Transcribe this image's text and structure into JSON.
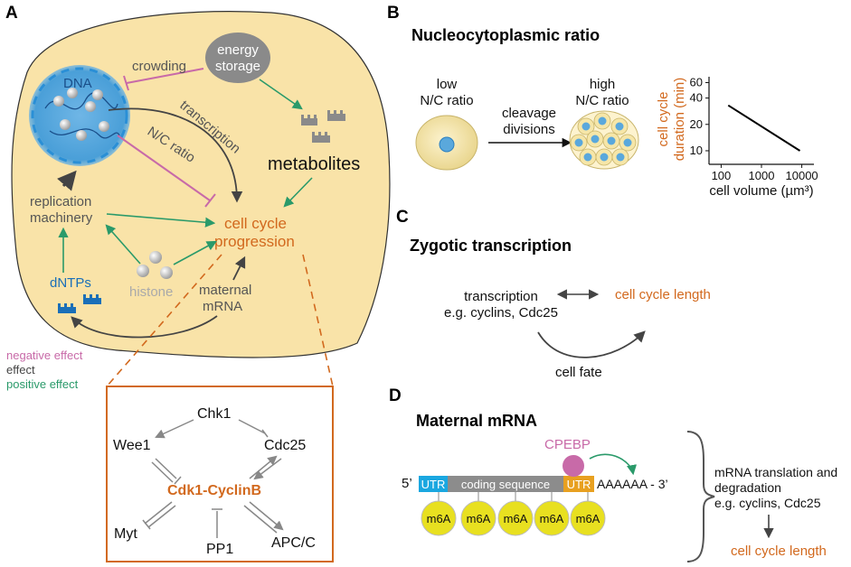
{
  "colors": {
    "cell_fill": "#f9e3a8",
    "nucleus": "#5aa8dc",
    "negative": "#c86aa8",
    "positive": "#2a9a6a",
    "effect": "#444444",
    "accent_orange": "#d2691e",
    "utr_blue": "#1aa7e0",
    "utr_orange": "#e8a020",
    "coding_gray": "#8c8c8c",
    "m6a_yellow": "#e8e020",
    "cpebp_pink": "#c86aa8"
  },
  "panels": {
    "a": {
      "letter": "A",
      "labels": {
        "dna": "DNA",
        "crowding": "crowding",
        "energy_line1": "energy",
        "energy_line2": "storage",
        "transcription": "transcription",
        "nc_ratio": "N/C ratio",
        "metabolites": "metabolites",
        "replication_line1": "replication",
        "replication_line2": "machinery",
        "cell_cycle_line1": "cell cycle",
        "cell_cycle_line2": "progression",
        "dntps": "dNTPs",
        "histone": "histone",
        "maternal_line1": "maternal",
        "maternal_line2": "mRNA"
      },
      "legend": {
        "negative": "negative effect",
        "effect": "effect",
        "positive": "positive effect"
      },
      "inset": {
        "chk1": "Chk1",
        "wee1": "Wee1",
        "cdc25": "Cdc25",
        "center": "Cdk1-CyclinB",
        "myt": "Myt",
        "pp1": "PP1",
        "apcc": "APC/C"
      }
    },
    "b": {
      "letter": "B",
      "title": "Nucleocytoplasmic ratio",
      "low_line1": "low",
      "low_line2": "N/C ratio",
      "high_line1": "high",
      "high_line2": "N/C ratio",
      "arrow_line1": "cleavage",
      "arrow_line2": "divisions",
      "chart_ylabel_line1": "cell cycle",
      "chart_ylabel_line2": "duration (min)",
      "chart_xlabel": "cell volume (µm³)"
    },
    "c": {
      "letter": "C",
      "title": "Zygotic transcription",
      "left_line1": "transcription",
      "left_line2": "e.g. cyclins, Cdc25",
      "right": "cell cycle length",
      "bottom": "cell fate"
    },
    "d": {
      "letter": "D",
      "title": "Maternal mRNA",
      "five_prime": "5’",
      "utr_left": "UTR",
      "coding": "coding sequence",
      "utr_right": "UTR",
      "tail": "AAAAAA - 3’",
      "cpebp": "CPEBP",
      "m6a": [
        "m6A",
        "m6A",
        "m6A",
        "m6A",
        "m6A"
      ],
      "right_line1": "mRNA translation and",
      "right_line2": "degradation",
      "right_line3": "e.g. cyclins, Cdc25",
      "result": "cell cycle length"
    }
  },
  "chart_data": {
    "type": "line",
    "xlabel": "cell volume (µm³)",
    "ylabel": "cell cycle duration (min)",
    "x_scale": "log",
    "y_scale": "log",
    "x_ticks": [
      100,
      1000,
      10000
    ],
    "y_ticks": [
      10,
      20,
      40,
      60
    ],
    "xlim": [
      50,
      20000
    ],
    "ylim": [
      7,
      70
    ],
    "series": [
      {
        "x": [
          150,
          9000
        ],
        "y": [
          33,
          10
        ]
      }
    ],
    "grid": false
  }
}
